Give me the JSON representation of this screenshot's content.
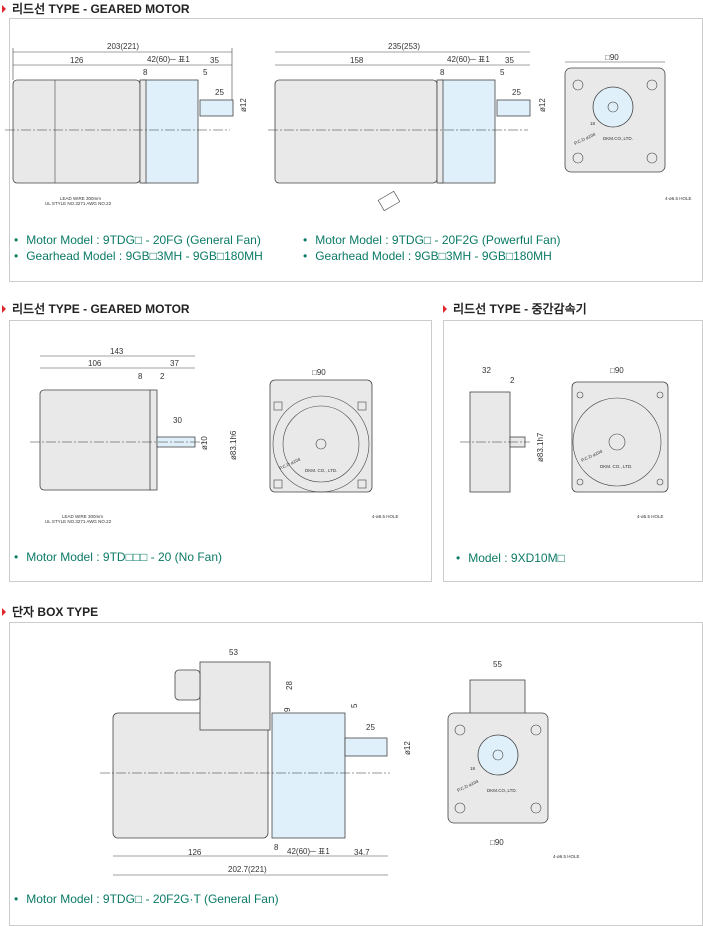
{
  "sections": [
    {
      "title": "리드선 TYPE - GEARED MOTOR"
    },
    {
      "title": "리드선 TYPE - GEARED MOTOR"
    },
    {
      "title": "리드선 TYPE - 중간감속기"
    },
    {
      "title": "단자 BOX TYPE"
    }
  ],
  "panel1": {
    "captions": [
      "Motor Model : 9TDG□ - 20FG (General Fan)",
      "Gearhead Model : 9GB□3MH - 9GB□180MH",
      "Motor Model : 9TDG□ - 20F2G (Powerful Fan)",
      "Gearhead Model : 9GB□3MH - 9GB□180MH"
    ],
    "a": {
      "total": "203(221)",
      "body": "126",
      "gear": "42(60)─ 표1",
      "shaft_len": "35",
      "d8": "8",
      "d5": "5",
      "d25": "25",
      "shaft_dia": "ø12",
      "lead1": "LEAD WIRE 300mm",
      "lead2": "UL STYLE NO.3271 AWG NO.22"
    },
    "b": {
      "total": "235(253)",
      "body": "158",
      "gear": "42(60)─ 표1",
      "shaft_len": "35",
      "d8": "8",
      "d5": "5",
      "d25": "25",
      "shaft_dia": "ø12"
    },
    "c": {
      "square": "□90",
      "pcd": "P.C.D ø104",
      "d18": "18",
      "maker": "DKM.CO.,LTD.",
      "hole": "4-ø6.5 HOLE"
    }
  },
  "panel2": {
    "caption": "Motor Model : 9TD□□□ - 20 (No Fan)",
    "side": {
      "total": "143",
      "body": "106",
      "front": "37",
      "d8": "8",
      "d2": "2",
      "d30": "30",
      "shaft_dia": "ø10",
      "pilot": "ø83.1h6",
      "lead1": "LEAD WIRE 300mm",
      "lead2": "UL STYLE NO.3271 AWG NO.22"
    },
    "front": {
      "square": "□90",
      "pcd": "P.C.D ø104",
      "maker": "DKM. CO., LTD.",
      "hole": "4-ø6.5 HOLE"
    }
  },
  "panel3": {
    "caption": "Model : 9XD10M□",
    "side": {
      "width": "32",
      "d2": "2",
      "pilot": "ø83.1h7"
    },
    "front": {
      "square": "□90",
      "pcd": "P.C.D ø104",
      "maker": "DKM. CO., LTD.",
      "hole": "4-ø5.5 HOLE"
    }
  },
  "panel4": {
    "caption": "Motor Model : 9TDG□ - 20F2G·T (General Fan)",
    "side": {
      "box_w": "53",
      "box_h": "28",
      "d9": "9",
      "d5": "5",
      "d25": "25",
      "shaft_dia": "ø12",
      "body": "126",
      "d8": "8",
      "gear": "42(60)─ 표1",
      "shaft_len": "34.7",
      "total": "202.7(221)"
    },
    "front": {
      "box_w": "55",
      "square": "□90",
      "pcd": "P.C.D ø104",
      "d18": "18",
      "maker": "DKM.CO.,LTD.",
      "hole": "4-ø6.5 HOLE"
    }
  }
}
